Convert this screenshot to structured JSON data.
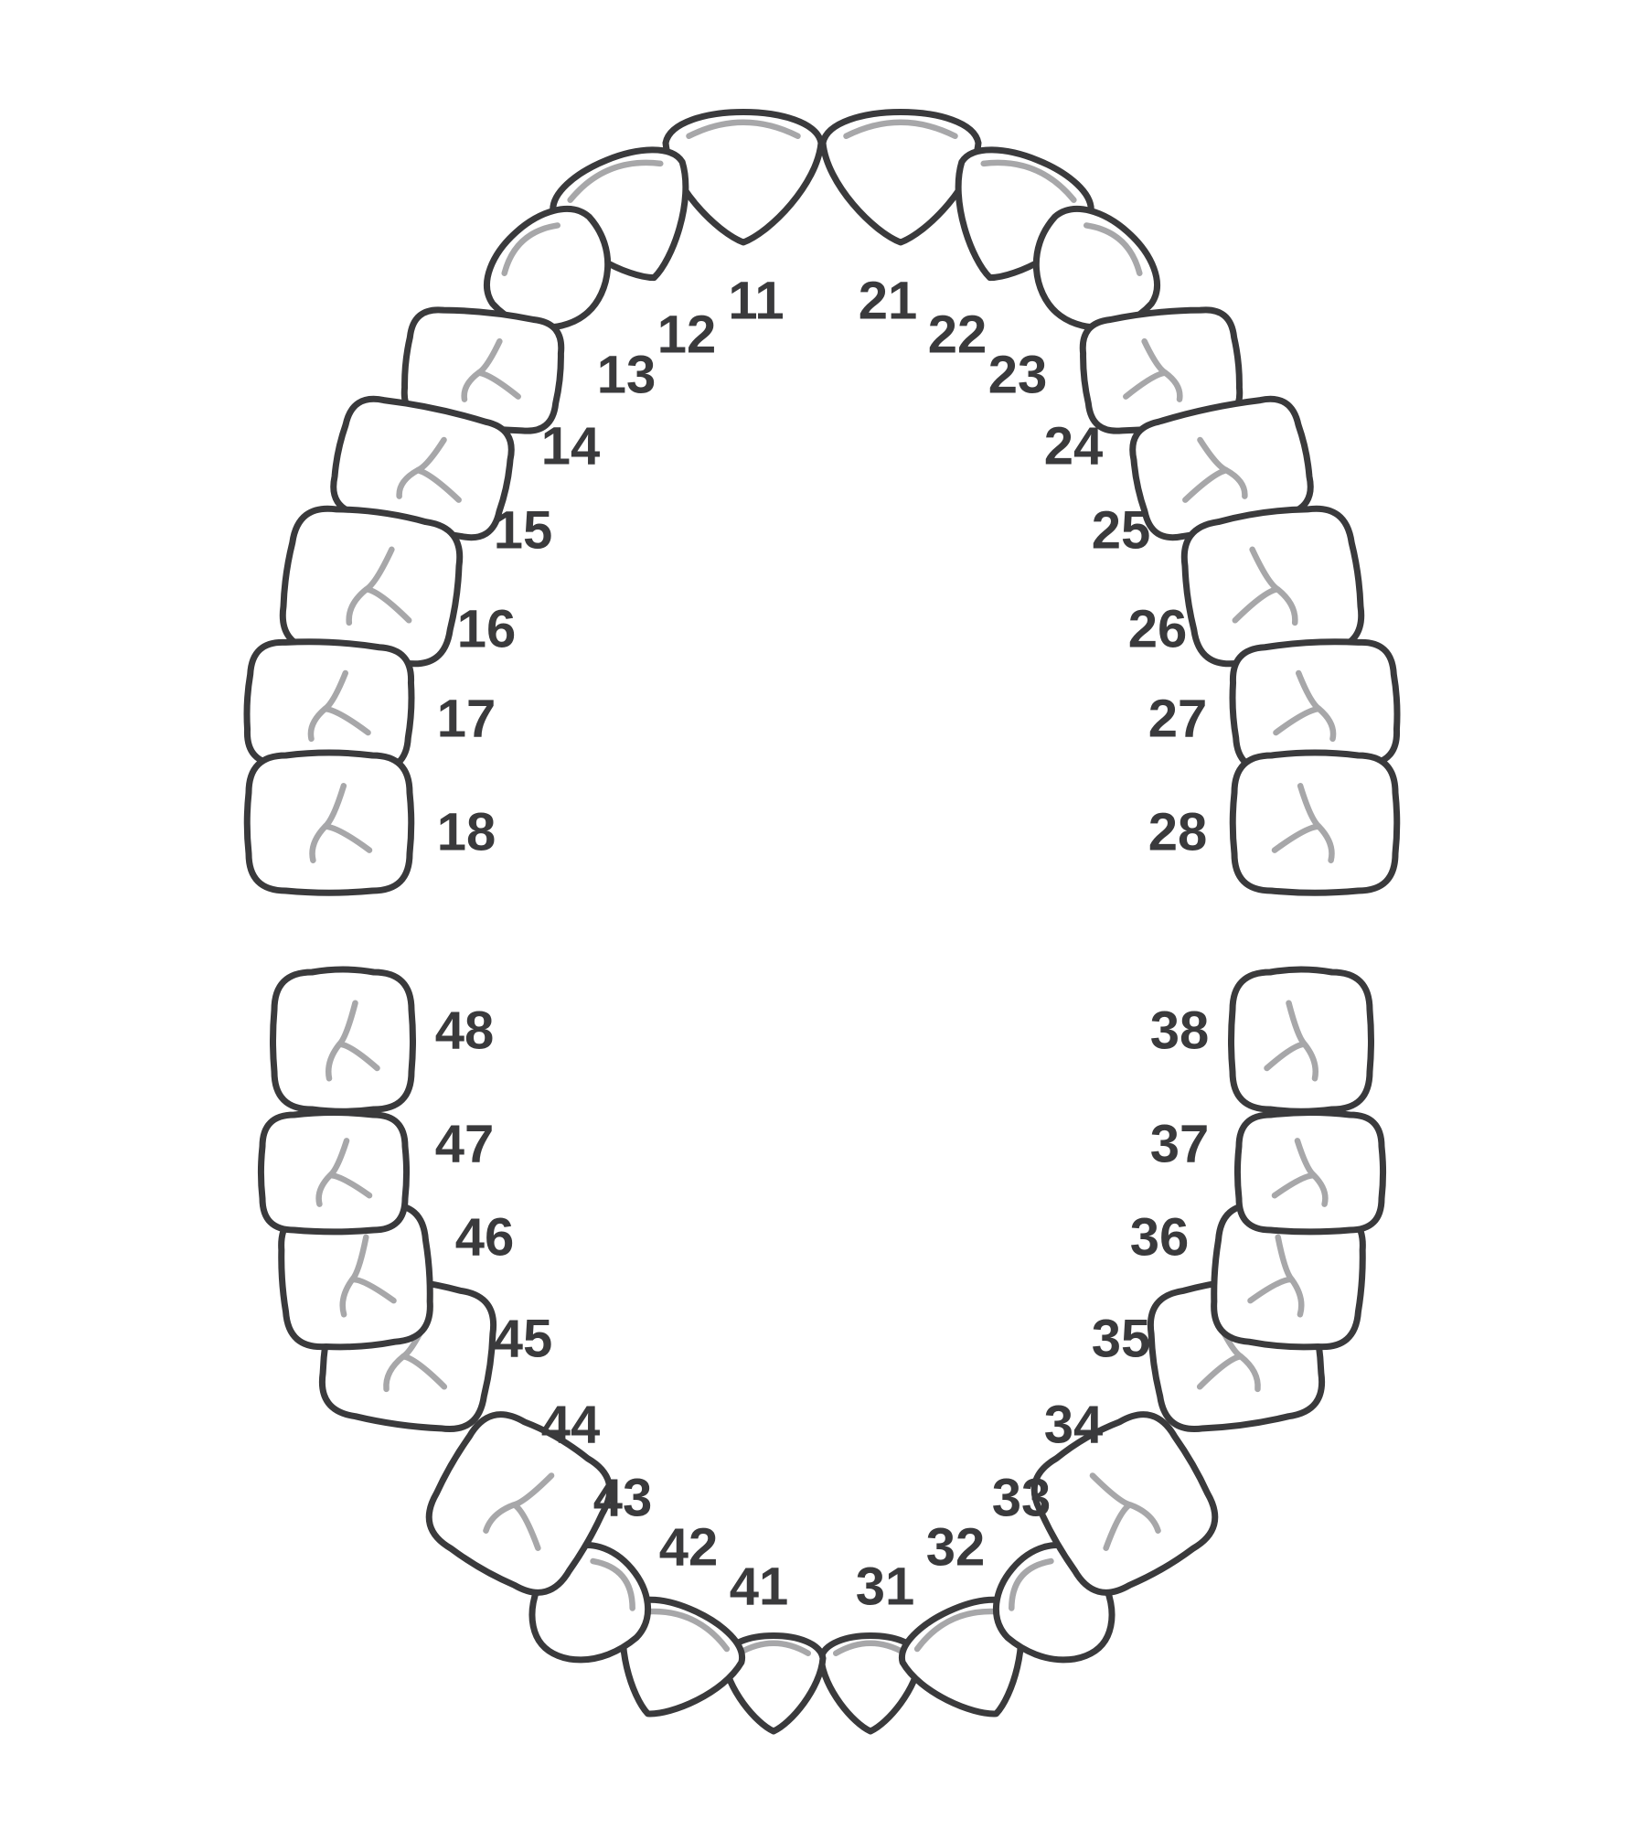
{
  "colors": {
    "outline": "#3a3a3c",
    "detail": "#a7a7a9",
    "label": "#3a3a3c",
    "background": "#ffffff"
  },
  "upper_right": [
    {
      "number": "11",
      "kind": "incisor"
    },
    {
      "number": "12",
      "kind": "incisor"
    },
    {
      "number": "13",
      "kind": "canine"
    },
    {
      "number": "14",
      "kind": "premolar"
    },
    {
      "number": "15",
      "kind": "premolar"
    },
    {
      "number": "16",
      "kind": "molar"
    },
    {
      "number": "17",
      "kind": "molar"
    },
    {
      "number": "18",
      "kind": "molar"
    }
  ],
  "upper_left": [
    {
      "number": "21",
      "kind": "incisor"
    },
    {
      "number": "22",
      "kind": "incisor"
    },
    {
      "number": "23",
      "kind": "canine"
    },
    {
      "number": "24",
      "kind": "premolar"
    },
    {
      "number": "25",
      "kind": "premolar"
    },
    {
      "number": "26",
      "kind": "molar"
    },
    {
      "number": "27",
      "kind": "molar"
    },
    {
      "number": "28",
      "kind": "molar"
    }
  ],
  "lower_left": [
    {
      "number": "31",
      "kind": "incisor"
    },
    {
      "number": "32",
      "kind": "incisor"
    },
    {
      "number": "33",
      "kind": "canine"
    },
    {
      "number": "34",
      "kind": "premolar"
    },
    {
      "number": "35",
      "kind": "premolar"
    },
    {
      "number": "36",
      "kind": "molar"
    },
    {
      "number": "37",
      "kind": "molar"
    },
    {
      "number": "38",
      "kind": "molar"
    }
  ],
  "lower_right": [
    {
      "number": "41",
      "kind": "incisor"
    },
    {
      "number": "42",
      "kind": "incisor"
    },
    {
      "number": "43",
      "kind": "canine"
    },
    {
      "number": "44",
      "kind": "premolar"
    },
    {
      "number": "45",
      "kind": "premolar"
    },
    {
      "number": "46",
      "kind": "molar"
    },
    {
      "number": "47",
      "kind": "molar"
    },
    {
      "number": "48",
      "kind": "molar"
    }
  ]
}
